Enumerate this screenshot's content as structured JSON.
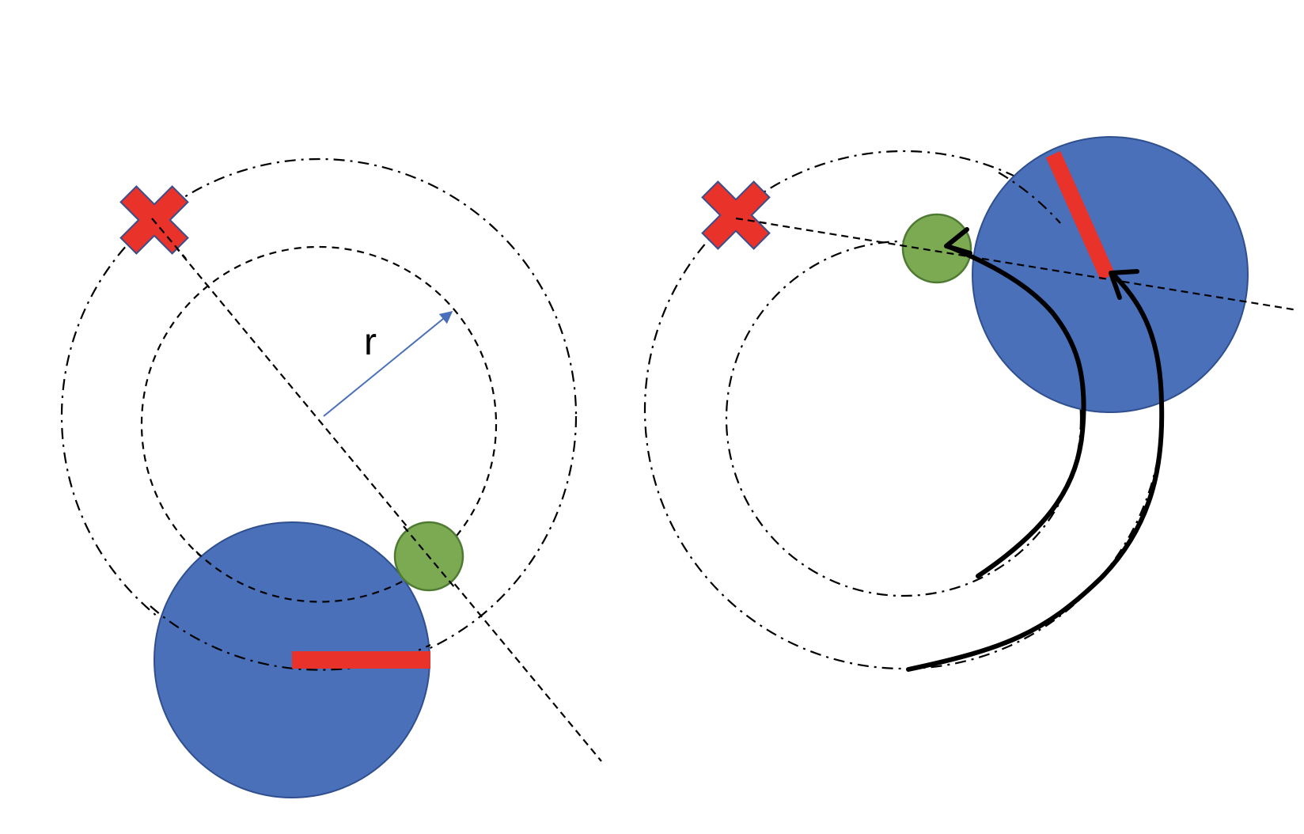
{
  "labels": {
    "radius": "r"
  },
  "colors": {
    "robot_body": "#4A70BA",
    "robot_body_stroke": "#2F4F8F",
    "heading_bar": "#E8322A",
    "target_cross": "#E8322A",
    "target_cross_stroke": "#3A4E8C",
    "obstacle": "#7BAA52",
    "obstacle_stroke": "#4F7A33",
    "radius_arrow": "#4A70BA",
    "guide_lines": "#000000",
    "path_arrows": "#000000"
  },
  "icons": {
    "target": "cross-marker",
    "obstacle": "circle",
    "robot": "circle-with-heading-bar"
  }
}
